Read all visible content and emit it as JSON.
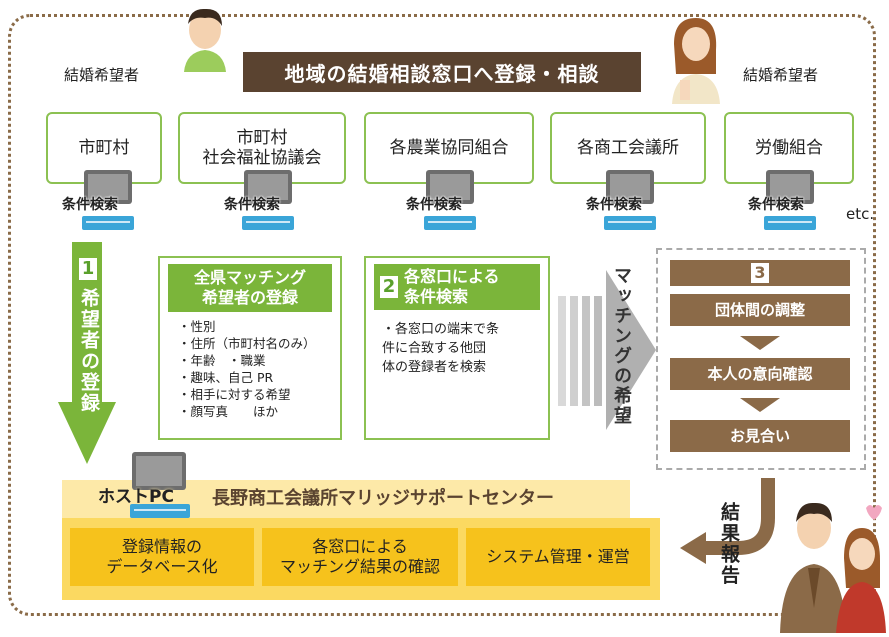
{
  "top": {
    "left_label": "結婚希望者",
    "right_label": "結婚希望者",
    "title": "地域の結婚相談窓口へ登録・相談"
  },
  "windows": [
    {
      "name": "市町村"
    },
    {
      "name": "市町村\n社会福祉協議会"
    },
    {
      "name": "各農業協同組合"
    },
    {
      "name": "各商工会議所"
    },
    {
      "name": "労働組合"
    }
  ],
  "search_label": "条件検索",
  "etc": "etc.",
  "step1": {
    "num": "1",
    "text": "希望者の登録"
  },
  "registration": {
    "title": "全県マッチング\n希望者の登録",
    "items": [
      "・性別",
      "・住所（市町村名のみ）",
      "・年齢　・職業",
      "・趣味、自己 PR",
      "・相手に対する希望",
      "・顔写真　　ほか"
    ]
  },
  "step2": {
    "num": "2",
    "title": "各窓口による\n条件検索",
    "body": "・各窓口の端末で条\n件に合致する他団\n体の登録者を検索"
  },
  "matching_hope": "マッチングの希望",
  "step3": {
    "num": "3",
    "steps": [
      "団体間の調整",
      "本人の意向確認",
      "お見合い"
    ]
  },
  "result_report": "結果報告",
  "host": {
    "pc_label": "ホストPC",
    "center_name": "長野商工会議所マリッジサポートセンター",
    "boxes": [
      "登録情報の\nデータベース化",
      "各窓口による\nマッチング結果の確認",
      "システム管理・運営"
    ]
  },
  "colors": {
    "green": "#7bb53a",
    "brown": "#8b6a48",
    "yellow": "#f6c21c",
    "dark_title": "#5a4330"
  }
}
